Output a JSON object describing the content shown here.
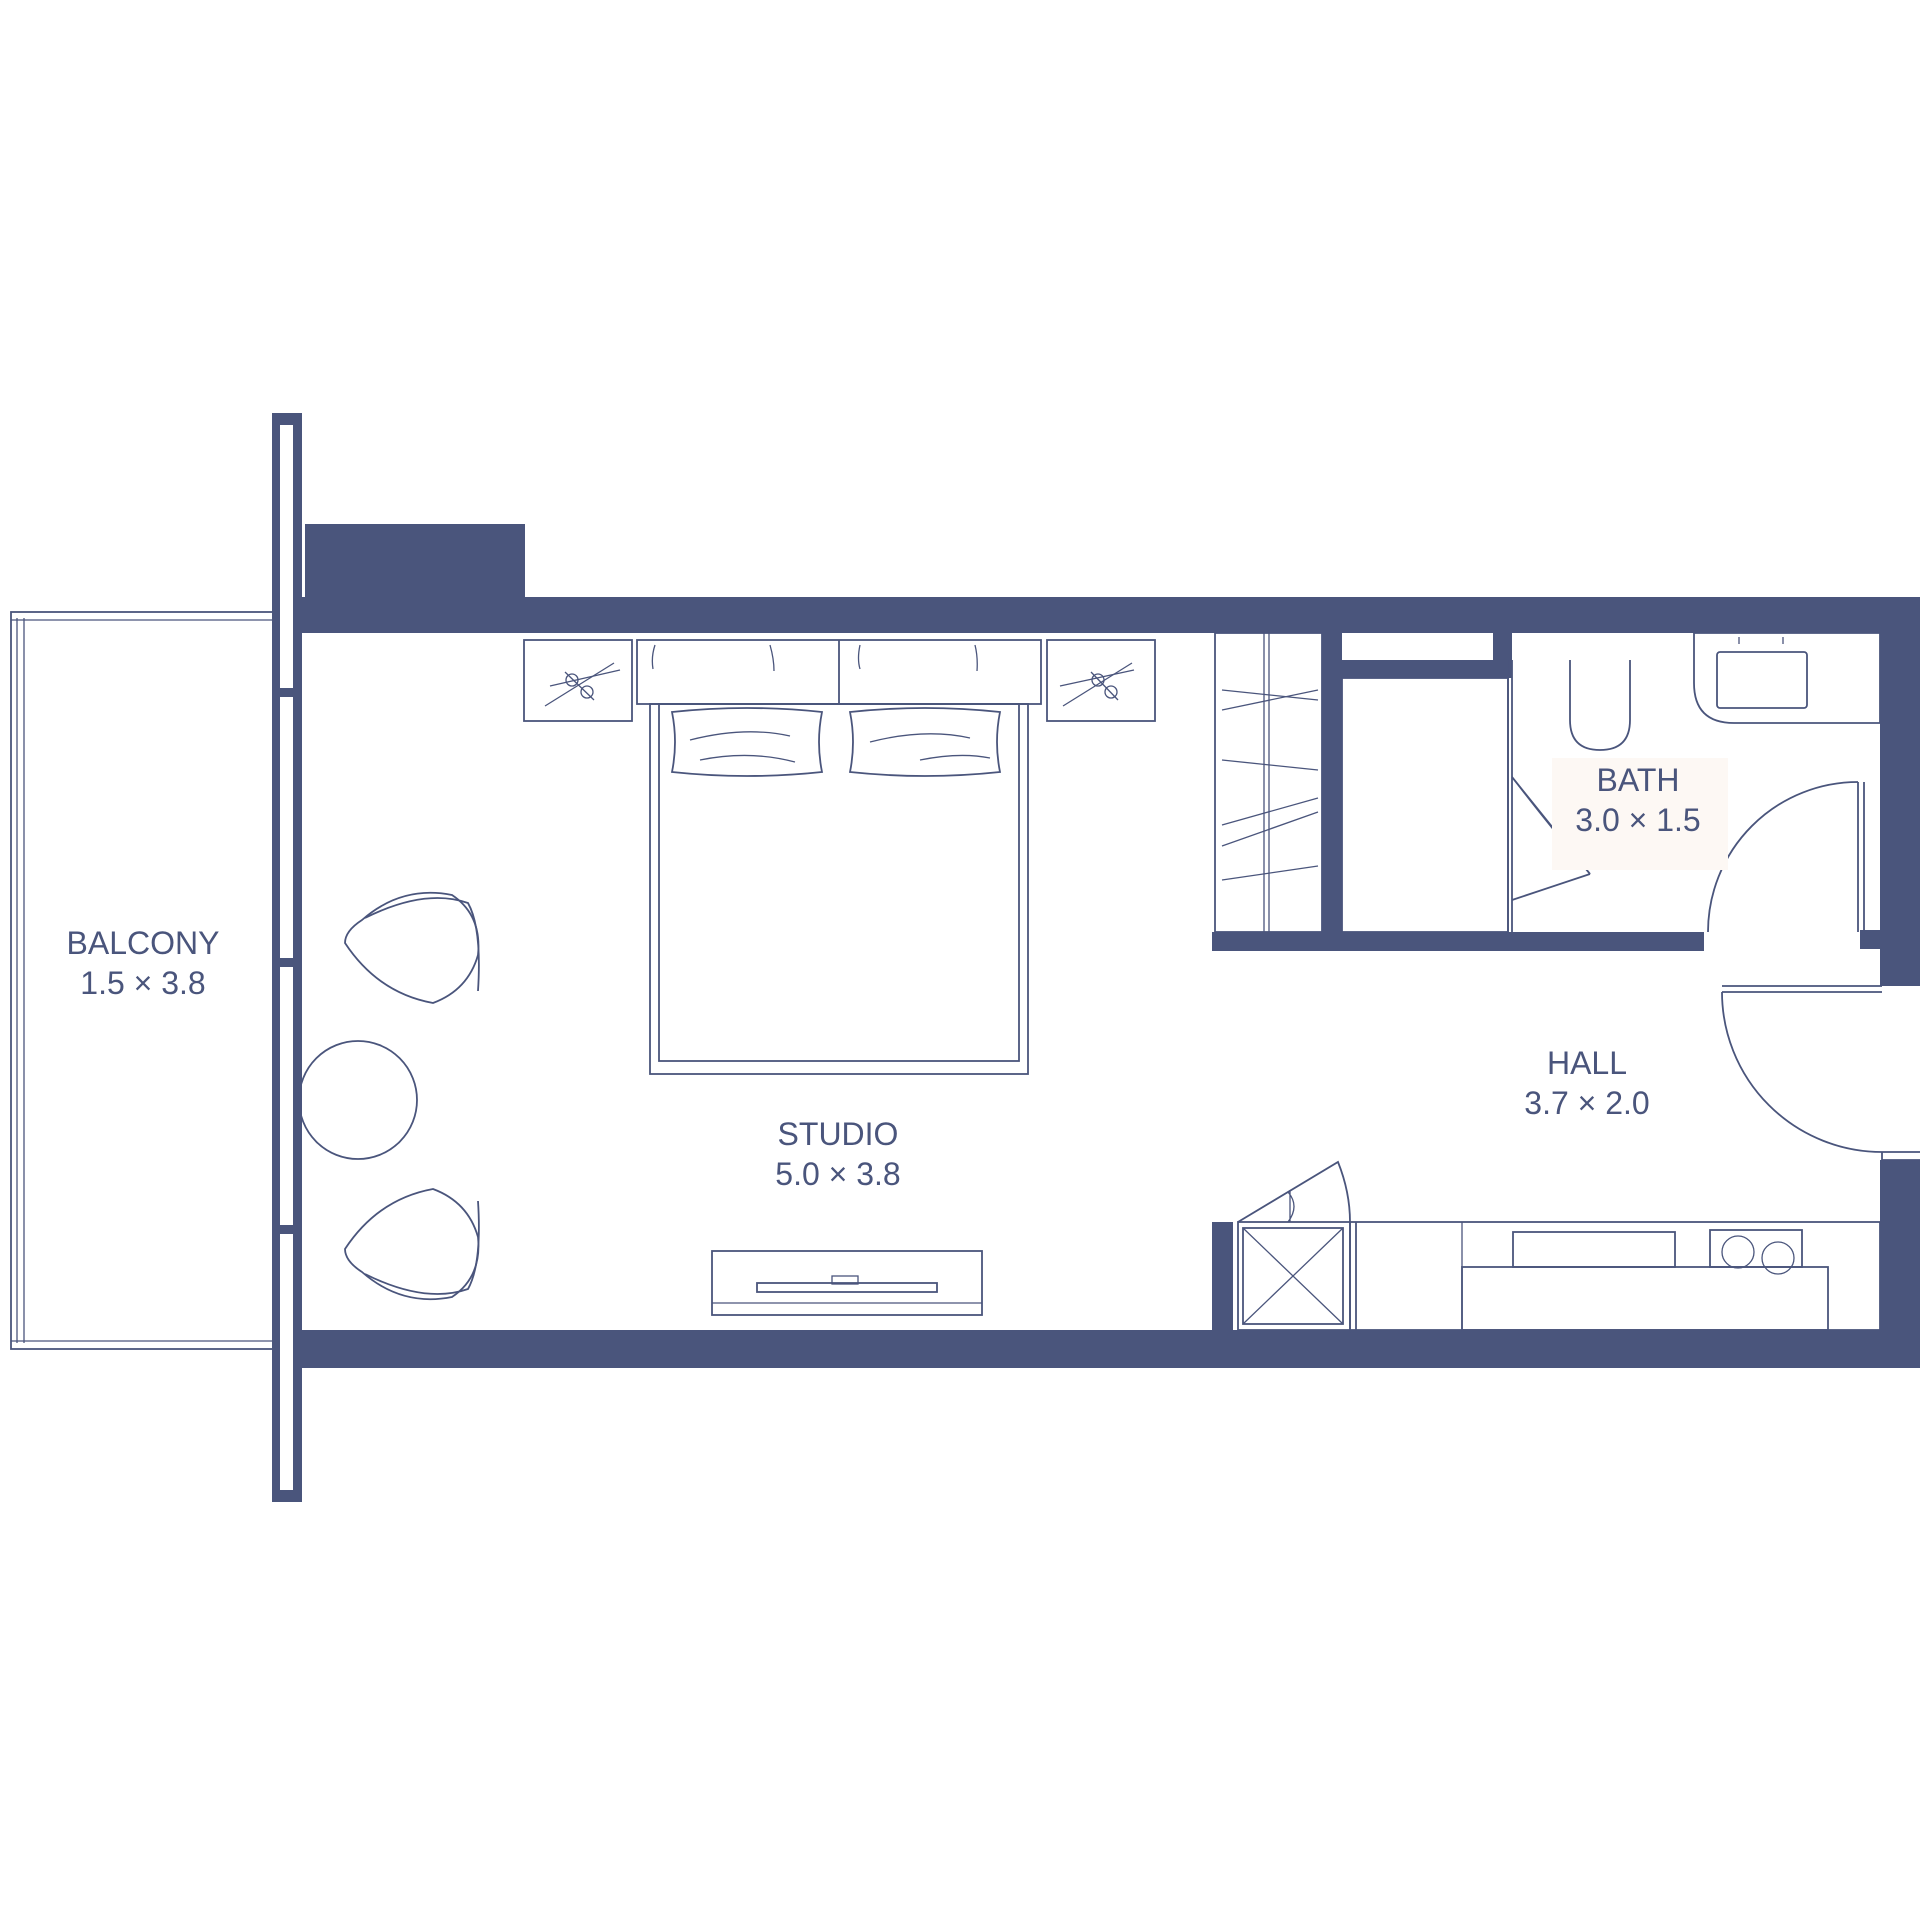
{
  "rooms": {
    "balcony": {
      "name": "BALCONY",
      "size": "1.5 × 3.8"
    },
    "studio": {
      "name": "STUDIO",
      "size": "5.0 × 3.8"
    },
    "bath": {
      "name": "BATH",
      "size": "3.0 × 1.5"
    },
    "hall": {
      "name": "HALL",
      "size": "3.7 × 2.0"
    }
  },
  "colors": {
    "wall": "#4a557c",
    "background": "#ffffff",
    "bath_label_bg": "#fdf8f4"
  },
  "icons": [
    "double-bed-icon",
    "nightstand-lamp-icon",
    "armchair-icon",
    "round-table-icon",
    "tv-console-icon",
    "wardrobe-icon",
    "toilet-icon",
    "washbasin-icon",
    "door-swing-icon",
    "refrigerator-icon",
    "kitchen-counter-icon",
    "washing-machine-icon"
  ]
}
